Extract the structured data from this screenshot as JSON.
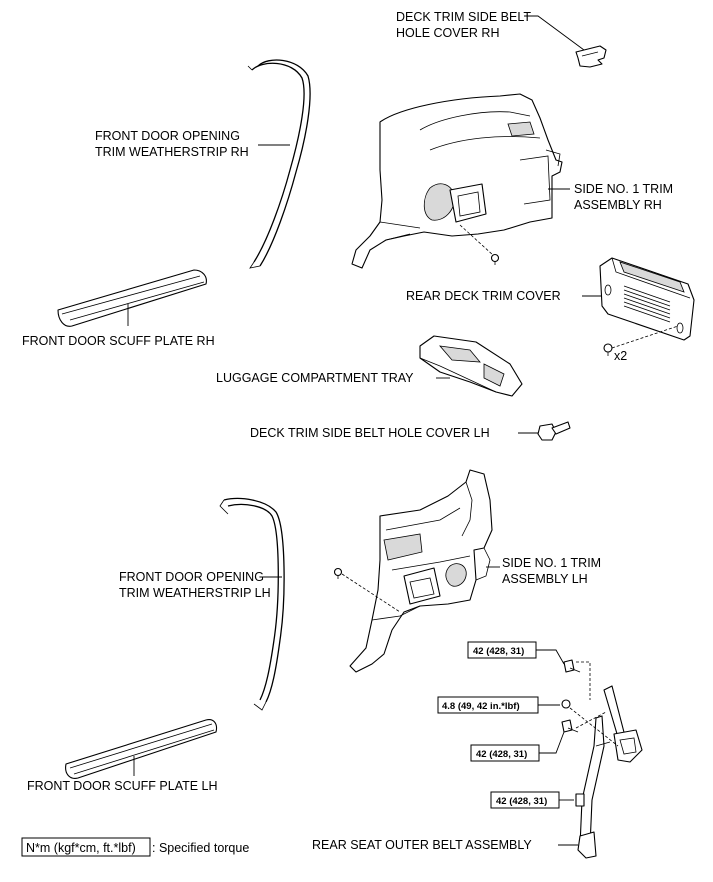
{
  "labels": {
    "deck_trim_rh_1": "DECK TRIM SIDE BELT",
    "deck_trim_rh_2": "HOLE COVER RH",
    "fd_weather_rh_1": "FRONT DOOR OPENING",
    "fd_weather_rh_2": "TRIM WEATHERSTRIP RH",
    "side_trim_rh_1": "SIDE NO. 1 TRIM",
    "side_trim_rh_2": "ASSEMBLY RH",
    "rear_deck_cover": "REAR DECK TRIM COVER",
    "fd_scuff_rh": "FRONT DOOR SCUFF PLATE RH",
    "qty_x2": "x2",
    "luggage_tray": "LUGGAGE COMPARTMENT TRAY",
    "deck_trim_lh": "DECK TRIM SIDE BELT HOLE COVER LH",
    "side_trim_lh_1": "SIDE NO. 1 TRIM",
    "side_trim_lh_2": "ASSEMBLY LH",
    "fd_weather_lh_1": "FRONT DOOR OPENING",
    "fd_weather_lh_2": "TRIM WEATHERSTRIP LH",
    "fd_scuff_lh": "FRONT DOOR SCUFF PLATE LH",
    "rear_seat_belt": "REAR SEAT OUTER BELT ASSEMBLY"
  },
  "torque": {
    "t1": "42 (428, 31)",
    "t2": "4.8 (49, 42 in.*lbf)",
    "t3": "42 (428, 31)",
    "t4": "42 (428, 31)"
  },
  "legend": {
    "unit": "N*m (kgf*cm, ft.*lbf)",
    "text": ": Specified torque"
  }
}
